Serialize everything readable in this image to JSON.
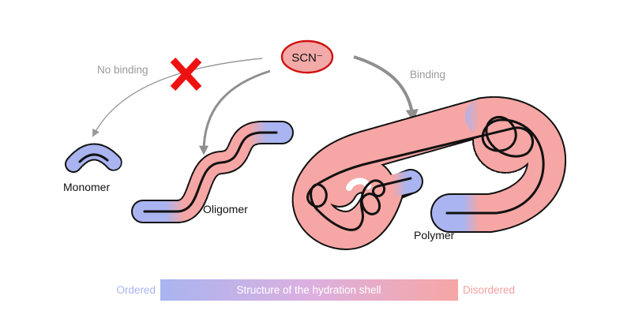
{
  "ion": {
    "label": "SCN⁻"
  },
  "arrows": {
    "no_binding": "No binding",
    "binding": "Binding"
  },
  "species": {
    "monomer": "Monomer",
    "oligomer": "Oligomer",
    "polymer": "Polymer"
  },
  "scale": {
    "left": "Ordered",
    "center": "Structure of the hydration shell",
    "right": "Disordered"
  },
  "colors": {
    "ordered": "#a9b4f0",
    "disordered": "#f6a6a4",
    "ion_fill": "#f2aaa8",
    "ion_stroke": "#d01010",
    "cross": "#ee1111",
    "arrow": "#999999",
    "label_gray": "#9a9a9a"
  }
}
